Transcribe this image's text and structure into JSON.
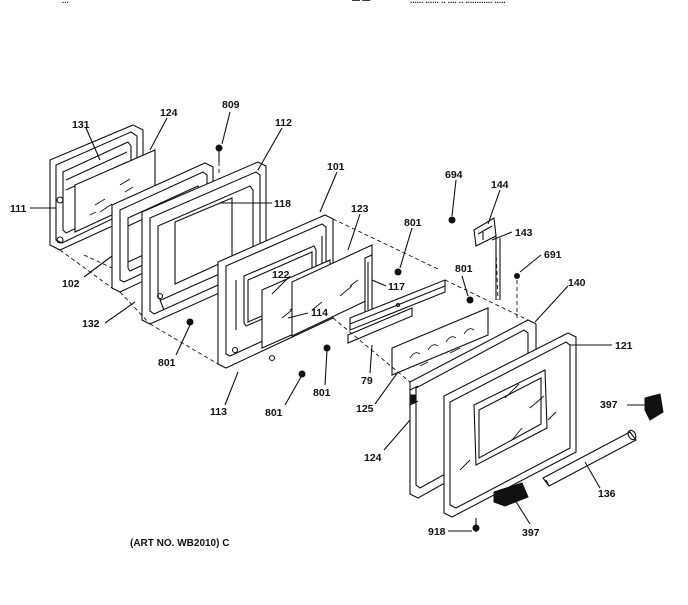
{
  "header": {
    "fragments": [
      "...",
      "— —",
      "...... ...... .. .... .. ............ ....."
    ]
  },
  "caption": "(ART NO. WB2010) C",
  "callouts": [
    {
      "id": "111",
      "text": "111"
    },
    {
      "id": "131",
      "text": "131"
    },
    {
      "id": "124a",
      "text": "124"
    },
    {
      "id": "809",
      "text": "809"
    },
    {
      "id": "112",
      "text": "112"
    },
    {
      "id": "118",
      "text": "118"
    },
    {
      "id": "101",
      "text": "101"
    },
    {
      "id": "123",
      "text": "123"
    },
    {
      "id": "801a",
      "text": "801"
    },
    {
      "id": "694",
      "text": "694"
    },
    {
      "id": "144",
      "text": "144"
    },
    {
      "id": "143",
      "text": "143"
    },
    {
      "id": "691",
      "text": "691"
    },
    {
      "id": "801b",
      "text": "801"
    },
    {
      "id": "140",
      "text": "140"
    },
    {
      "id": "102",
      "text": "102"
    },
    {
      "id": "122",
      "text": "122"
    },
    {
      "id": "117",
      "text": "117"
    },
    {
      "id": "132",
      "text": "132"
    },
    {
      "id": "114",
      "text": "114"
    },
    {
      "id": "121",
      "text": "121"
    },
    {
      "id": "801c",
      "text": "801"
    },
    {
      "id": "79",
      "text": "79"
    },
    {
      "id": "801d",
      "text": "801"
    },
    {
      "id": "125",
      "text": "125"
    },
    {
      "id": "397a",
      "text": "397"
    },
    {
      "id": "113",
      "text": "113"
    },
    {
      "id": "801e",
      "text": "801"
    },
    {
      "id": "124b",
      "text": "124"
    },
    {
      "id": "136",
      "text": "136"
    },
    {
      "id": "918",
      "text": "918"
    },
    {
      "id": "397b",
      "text": "397"
    }
  ]
}
